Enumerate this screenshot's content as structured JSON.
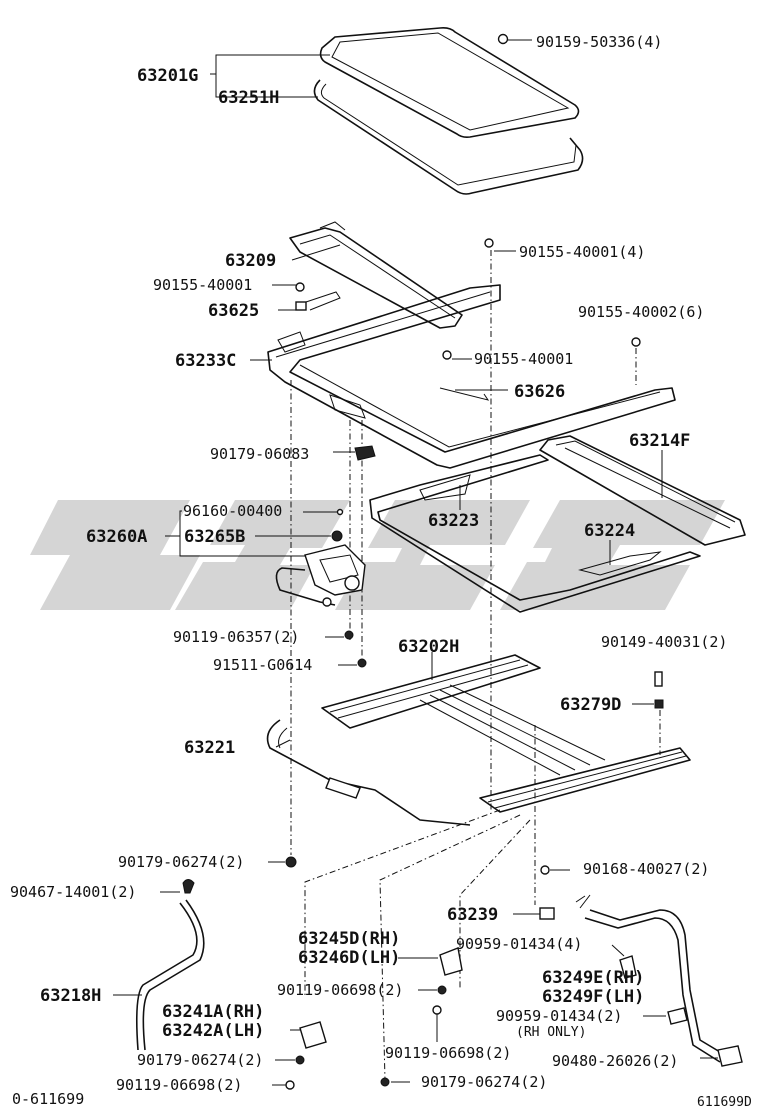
{
  "diagram": {
    "labels": {
      "p63201G": "63201G",
      "p63251H": "63251H",
      "p90159_50336": "90159-50336(4)",
      "p63209": "63209",
      "p90155_40001_4": "90155-40001(4)",
      "p90155_40001_a": "90155-40001",
      "p63625": "63625",
      "p90155_40002": "90155-40002(6)",
      "p63233C": "63233C",
      "p90155_40001_b": "90155-40001",
      "p63626": "63626",
      "p90179_06083": "90179-06083",
      "p63214F": "63214F",
      "p96160_00400": "96160-00400",
      "p63260A": "63260A",
      "p63265B": "63265B",
      "p63223": "63223",
      "p63224": "63224",
      "p90119_06357": "90119-06357(2)",
      "p91511_G0614": "91511-G0614",
      "p63202H": "63202H",
      "p90149_40031": "90149-40031(2)",
      "p63279D": "63279D",
      "p63221": "63221",
      "p90179_06274_a": "90179-06274(2)",
      "p90168_40027": "90168-40027(2)",
      "p90467_14001": "90467-14001(2)",
      "p63239": "63239",
      "p63245D": "63245D(RH)",
      "p63246D": "63246D(LH)",
      "p90959_01434_4": "90959-01434(4)",
      "p63218H": "63218H",
      "p63249E": "63249E(RH)",
      "p63249F": "63249F(LH)",
      "p90119_06698_a": "90119-06698(2)",
      "p63241A": "63241A(RH)",
      "p63242A": "63242A(LH)",
      "p90959_01434_2": "90959-01434(2)",
      "rh_only": "(RH ONLY)",
      "p90179_06274_b": "90179-06274(2)",
      "p90119_06698_b": "90119-06698(2)",
      "p90480_26026": "90480-26026(2)",
      "p90119_06698_c": "90119-06698(2)",
      "p90179_06274_c": "90179-06274(2)",
      "footer_left": "0-611699",
      "footer_right": "611699D"
    },
    "colors": {
      "line": "#111111",
      "watermark": "#9c9c9c",
      "background": "#ffffff"
    }
  }
}
